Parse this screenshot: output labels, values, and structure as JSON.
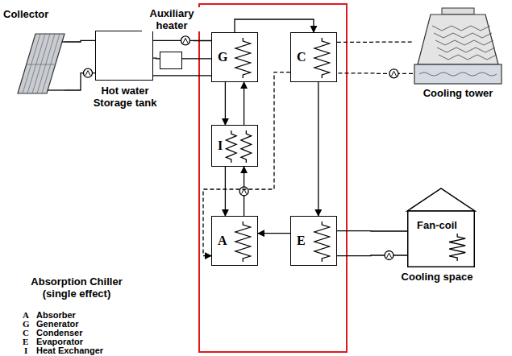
{
  "diagram": {
    "nodes": [
      {
        "text": [
          "Collector"
        ]
      },
      {
        "text": [
          "Hot water Storage tank"
        ]
      },
      {
        "text": [
          "Auxiliary heater"
        ]
      },
      {
        "text": [
          "G"
        ]
      },
      {
        "text": [
          "C"
        ]
      },
      {
        "text": [
          "I"
        ]
      },
      {
        "text": [
          "A"
        ]
      },
      {
        "text": [
          "E"
        ]
      },
      {
        "text": [
          "Cooling tower"
        ]
      },
      {
        "text": [
          "Fan-coil",
          "Cooling space"
        ]
      }
    ],
    "edges": [
      {
        "from": 0,
        "to": 1,
        "arrow": "none"
      },
      {
        "from": 1,
        "to": 0,
        "arrow": "none"
      },
      {
        "from": 1,
        "to": 3,
        "arrow": "none"
      },
      {
        "from": 1,
        "to": 2,
        "arrow": "none"
      },
      {
        "from": 2,
        "to": 3,
        "arrow": "none"
      },
      {
        "from": 3,
        "to": 1,
        "arrow": "none"
      },
      {
        "from": 3,
        "to": 4,
        "arrow": "to"
      },
      {
        "from": 3,
        "to": 5,
        "arrow": "to"
      },
      {
        "from": 5,
        "to": 3,
        "arrow": "to"
      },
      {
        "from": 5,
        "to": 6,
        "arrow": "to"
      },
      {
        "from": 6,
        "to": 5,
        "arrow": "to"
      },
      {
        "from": 4,
        "to": 7,
        "arrow": "to"
      },
      {
        "from": 7,
        "to": 6,
        "arrow": "to"
      },
      {
        "from": 4,
        "to": 8,
        "arrow": "none"
      },
      {
        "from": 8,
        "to": 4,
        "arrow": "none"
      },
      {
        "from": 4,
        "to": 6,
        "arrow": "to"
      },
      {
        "from": 7,
        "to": 9,
        "arrow": "none"
      },
      {
        "from": 9,
        "to": 7,
        "arrow": "none"
      }
    ],
    "labels": [
      "Absorption Chiller (single effect)",
      "A",
      "Absorber",
      "G",
      "Generator",
      "C",
      "Condenser",
      "E",
      "Evaporator",
      "I",
      "Heat Exchanger"
    ]
  }
}
